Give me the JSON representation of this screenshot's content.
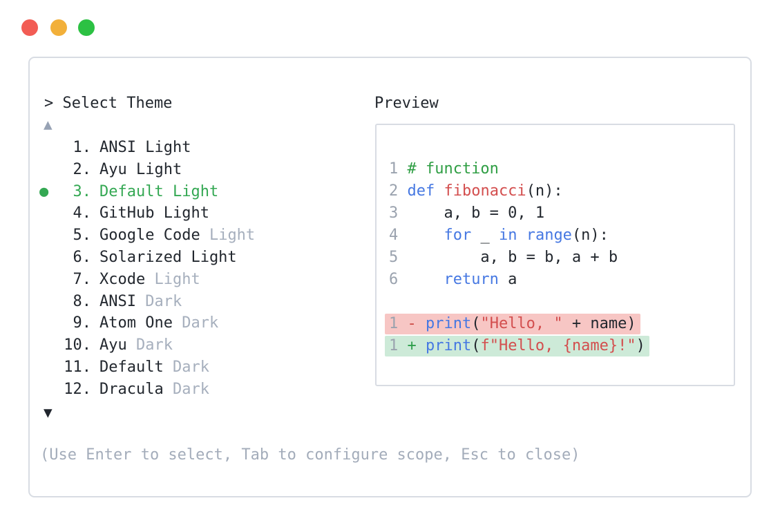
{
  "window": {
    "traffic_lights": [
      "close",
      "minimize",
      "maximize"
    ]
  },
  "picker": {
    "prompt": "> Select Theme",
    "scroll_up_icon": "▲",
    "scroll_down_icon": "▼",
    "hint": "(Use Enter to select, Tab to configure scope, Esc to close)",
    "items": [
      {
        "marker": "",
        "num": "1.",
        "name": "ANSI Light",
        "dim": "",
        "selected": false
      },
      {
        "marker": "",
        "num": "2.",
        "name": "Ayu Light",
        "dim": "",
        "selected": false
      },
      {
        "marker": "●",
        "num": "3.",
        "name": "Default Light",
        "dim": "",
        "selected": true
      },
      {
        "marker": "",
        "num": "4.",
        "name": "GitHub Light",
        "dim": "",
        "selected": false
      },
      {
        "marker": "",
        "num": "5.",
        "name": "Google Code",
        "dim": " Light",
        "selected": false
      },
      {
        "marker": "",
        "num": "6.",
        "name": "Solarized Light",
        "dim": "",
        "selected": false
      },
      {
        "marker": "",
        "num": "7.",
        "name": "Xcode",
        "dim": " Light",
        "selected": false
      },
      {
        "marker": "",
        "num": "8.",
        "name": "ANSI",
        "dim": " Dark",
        "selected": false
      },
      {
        "marker": "",
        "num": "9.",
        "name": "Atom One",
        "dim": " Dark",
        "selected": false
      },
      {
        "marker": "",
        "num": "10.",
        "name": "Ayu",
        "dim": " Dark",
        "selected": false
      },
      {
        "marker": "",
        "num": "11.",
        "name": "Default",
        "dim": " Dark",
        "selected": false
      },
      {
        "marker": "",
        "num": "12.",
        "name": "Dracula",
        "dim": " Dark",
        "selected": false
      }
    ]
  },
  "preview": {
    "label": "Preview",
    "lines": [
      {
        "num": "1",
        "tokens": [
          {
            "t": "# function"
          }
        ]
      },
      {
        "num": "2",
        "tokens": [
          {
            "t": "def"
          },
          {
            "t": " "
          },
          {
            "t": "fibonacci"
          },
          {
            "t": "(n):"
          }
        ]
      },
      {
        "num": "3",
        "tokens": [
          {
            "t": "    a, b = 0, 1"
          }
        ]
      },
      {
        "num": "4",
        "tokens": [
          {
            "t": "    "
          },
          {
            "t": "for"
          },
          {
            "t": " _ "
          },
          {
            "t": "in"
          },
          {
            "t": " "
          },
          {
            "t": "range"
          },
          {
            "t": "(n):"
          }
        ]
      },
      {
        "num": "5",
        "tokens": [
          {
            "t": "        a, b = b, a + b"
          }
        ]
      },
      {
        "num": "6",
        "tokens": [
          {
            "t": "    "
          },
          {
            "t": "return"
          },
          {
            "t": " a"
          }
        ]
      }
    ],
    "diff": [
      {
        "num": "1",
        "tokens": [
          {
            "t": "-"
          },
          {
            "t": " "
          },
          {
            "t": "print"
          },
          {
            "t": "("
          },
          {
            "t": "\"Hello, \""
          },
          {
            "t": " + name)"
          }
        ]
      },
      {
        "num": "1",
        "tokens": [
          {
            "t": "+"
          },
          {
            "t": " "
          },
          {
            "t": "print"
          },
          {
            "t": "("
          },
          {
            "t": "f\"Hello, {name}!\""
          },
          {
            "t": ")"
          }
        ]
      }
    ]
  },
  "colors": {
    "accent_green": "#34a853",
    "keyword_blue": "#4678e2",
    "string_red": "#d34e4e",
    "comment_green": "#2f9e44",
    "muted_gray": "#a6afbd",
    "text_dark": "#22272e",
    "border_gray": "#d8dce3",
    "diff_removed_bg": "#f7c6c4",
    "diff_added_bg": "#cdead8",
    "diff_minus_red": "#cc4a44",
    "diff_plus_green": "#2d9e4b",
    "traffic_red": "#f25c54",
    "traffic_yellow": "#f2b03a",
    "traffic_green": "#2cc143"
  }
}
